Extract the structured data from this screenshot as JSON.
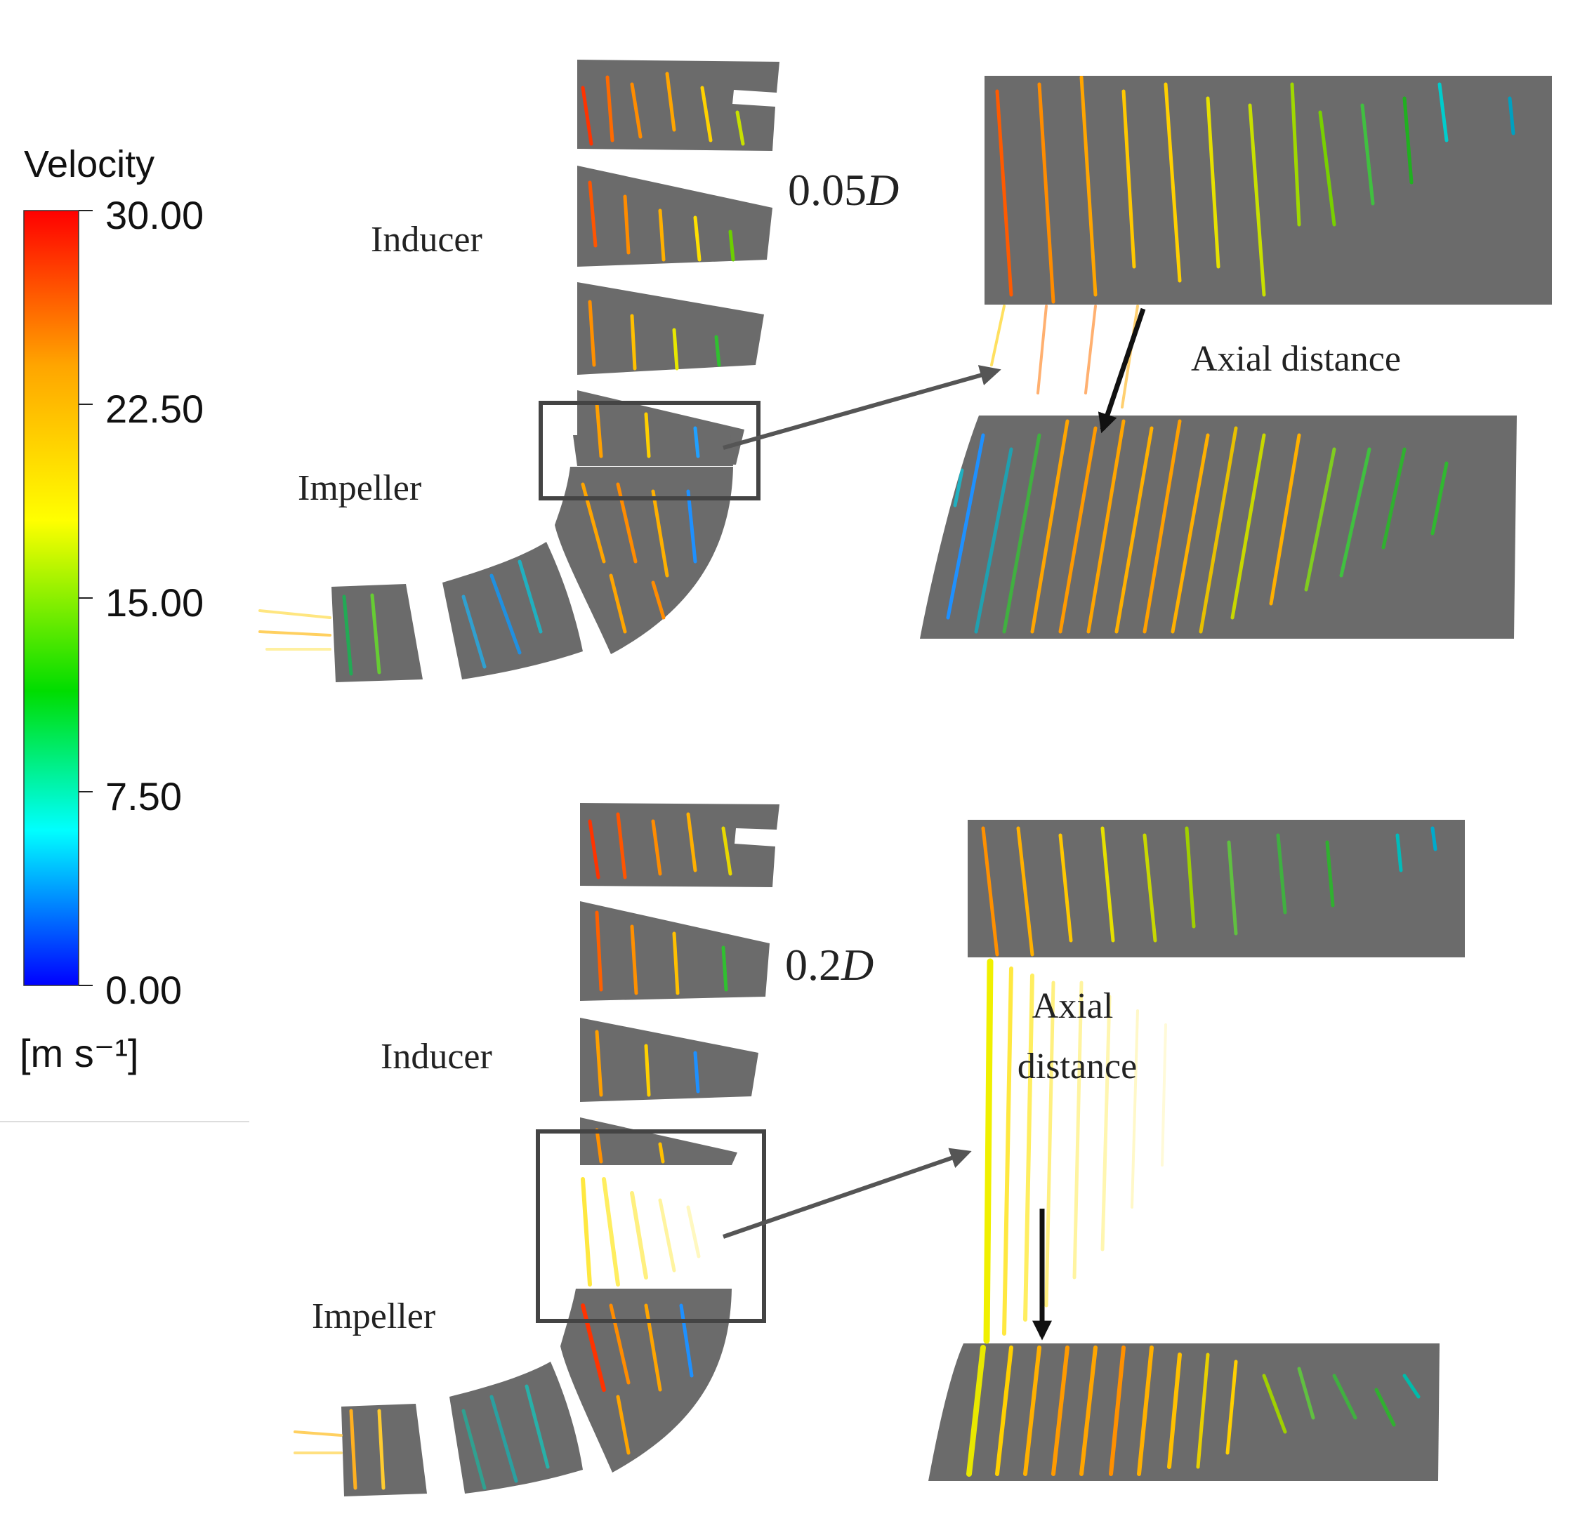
{
  "legend": {
    "title": "Velocity",
    "unit": "[m s⁻¹]",
    "ticks": [
      "30.00",
      "22.50",
      "15.00",
      "7.50",
      "0.00"
    ],
    "range": [
      0,
      30
    ],
    "colors": [
      "#ff0000",
      "#ffa500",
      "#ffff00",
      "#00dd00",
      "#00ffff",
      "#0000ff"
    ]
  },
  "panels": [
    {
      "inducer_label": "Inducer",
      "impeller_label": "Impeller",
      "distance_value": "0.05",
      "distance_symbol": "D",
      "axial_label": "Axial distance"
    },
    {
      "inducer_label": "Inducer",
      "impeller_label": "Impeller",
      "distance_value": "0.2",
      "distance_symbol": "D",
      "axial_label_line1": "Axial",
      "axial_label_line2": "distance"
    }
  ],
  "colors": {
    "blade_surface": "#6b6b6b",
    "frame": "#444444",
    "arrow_gray": "#555555",
    "arrow_black": "#111111"
  }
}
